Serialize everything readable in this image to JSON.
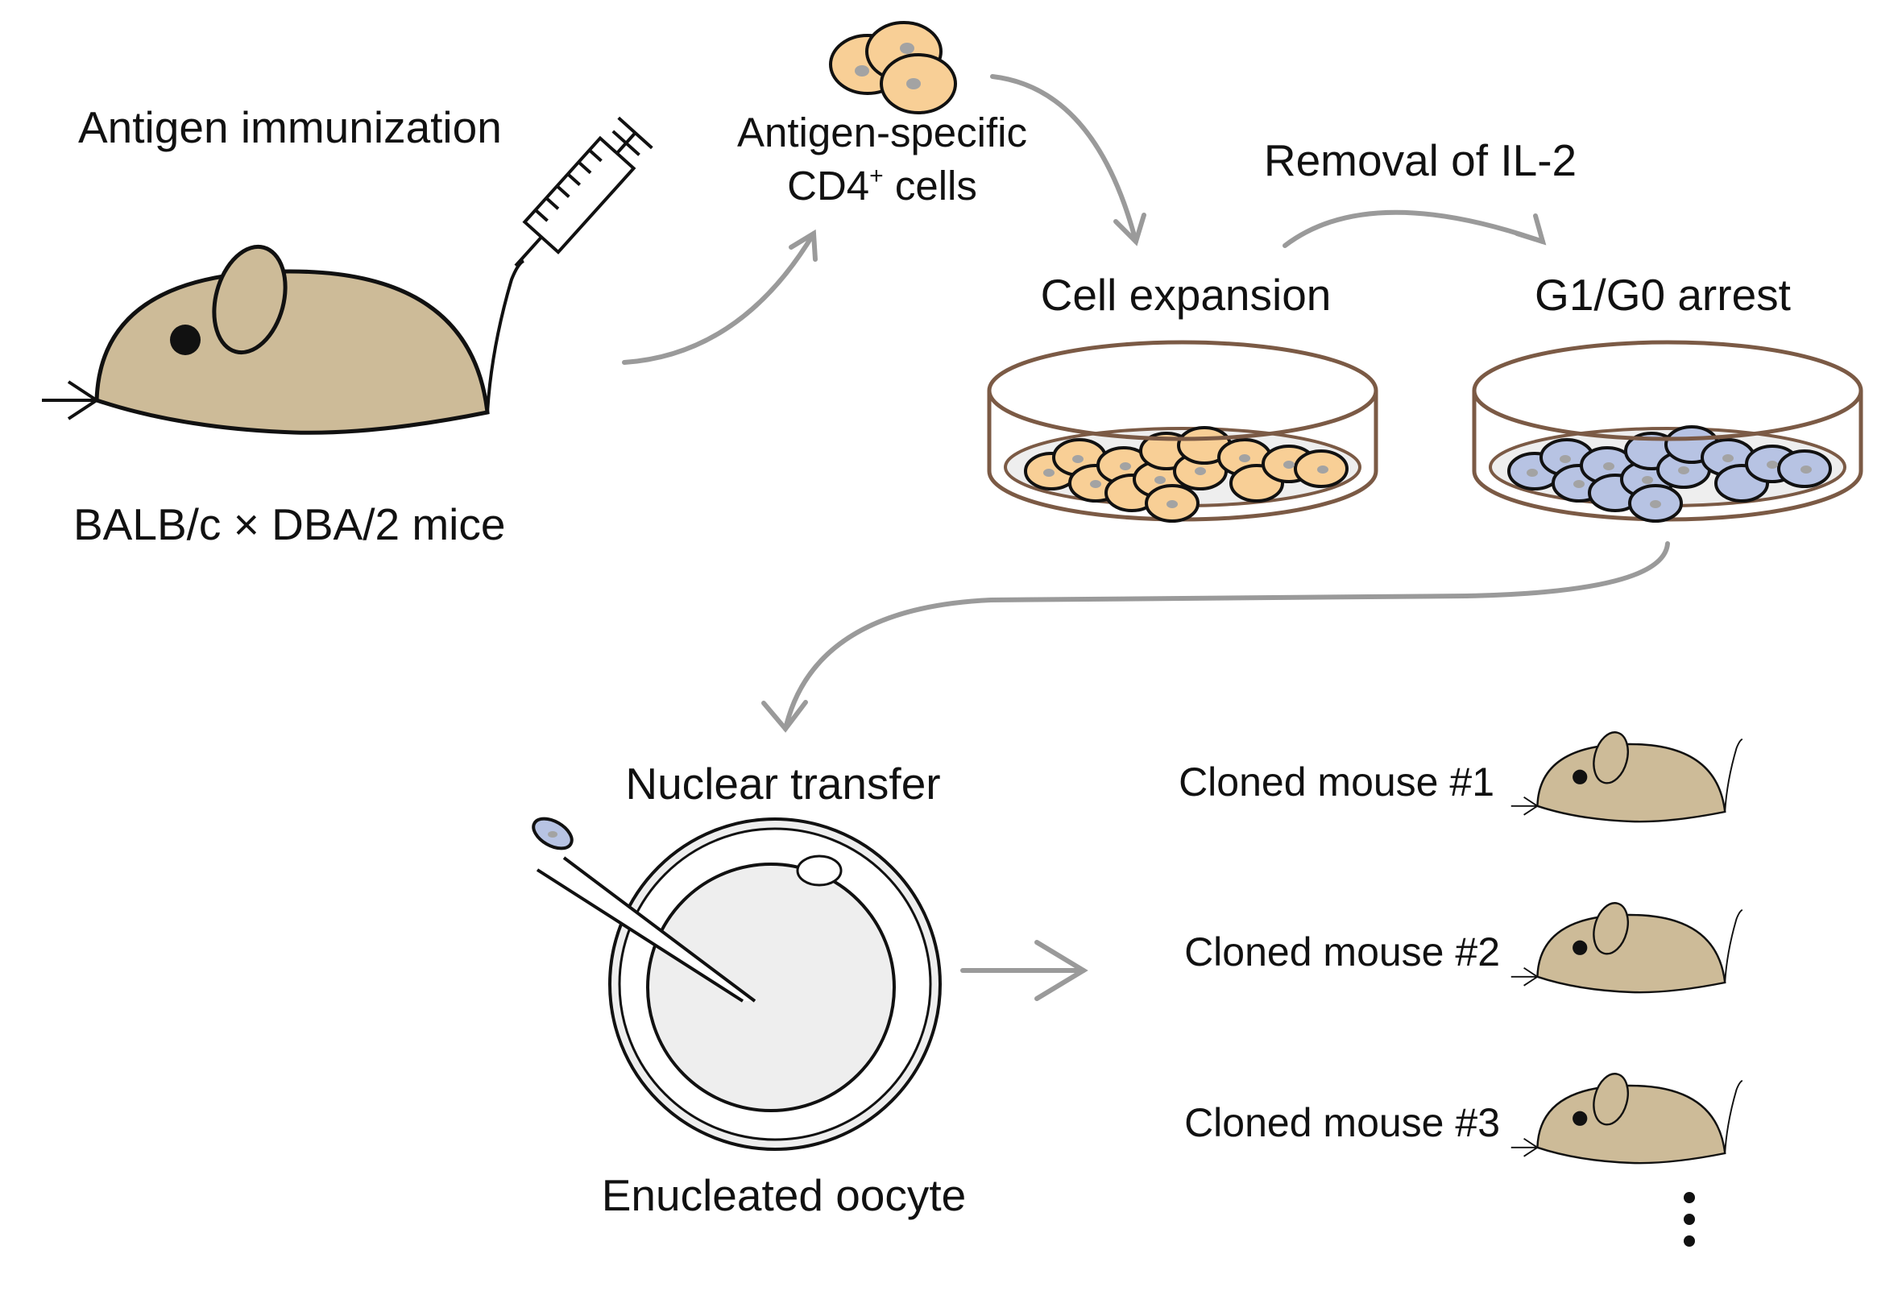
{
  "labels": {
    "antigen_immunization": "Antigen immunization",
    "mouse_strain": "BALB/c × DBA/2 mice",
    "antigen_specific_line1": "Antigen-specific",
    "antigen_specific_cd4": "CD4",
    "antigen_specific_sup": "+",
    "antigen_specific_cells": " cells",
    "removal_il2": "Removal of IL-2",
    "cell_expansion": "Cell expansion",
    "g1g0_arrest": "G1/G0 arrest",
    "nuclear_transfer": "Nuclear transfer",
    "enucleated_oocyte": "Enucleated oocyte"
  },
  "clones": [
    {
      "label": "Cloned mouse #1"
    },
    {
      "label": "Cloned mouse #2"
    },
    {
      "label": "Cloned mouse #3"
    }
  ],
  "colors": {
    "mouse_body": "#cdbb98",
    "orange_cell": "#f8cf96",
    "blue_cell": "#b7c3e3",
    "nucleus": "#a3a3a3",
    "dish_rim": "#7b5a45",
    "arrow_gray": "#9a9a9a"
  }
}
